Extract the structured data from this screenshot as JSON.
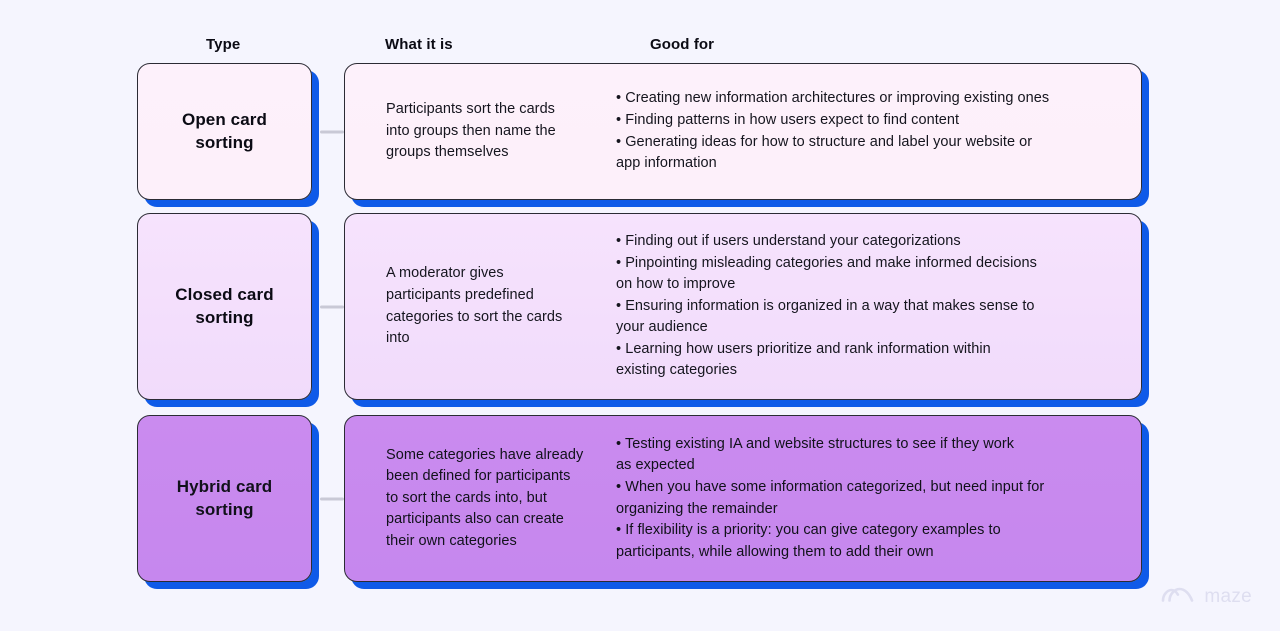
{
  "headers": {
    "type": "Type",
    "what_it_is": "What it is",
    "good_for": "Good for"
  },
  "colors": {
    "page_background": "#f5f5fe",
    "card_border": "#2b2b34",
    "shadow_blue": "#0f5ae8",
    "connector_gray": "#c9c9d6",
    "row1_card": "#fdf0fa",
    "row2_card": "#f2ddfc",
    "row3_card": "#c989ee",
    "watermark": "#dedef0"
  },
  "rows": [
    {
      "type": "Open card\nsorting",
      "what_it_is": "Participants sort the cards\ninto groups then name the\ngroups themselves",
      "good_for": "• Creating new information architectures or improving existing ones\n• Finding patterns in how users expect to find content\n• Generating ideas for how to structure and label your website or\napp information"
    },
    {
      "type": "Closed card\nsorting",
      "what_it_is": "A moderator gives\nparticipants predefined\ncategories to sort the cards\ninto",
      "good_for": "• Finding out if users understand your categorizations\n• Pinpointing misleading categories and make informed decisions\non how to improve\n• Ensuring information is organized in a way that makes sense to\nyour audience\n• Learning how users prioritize and rank information within\nexisting categories"
    },
    {
      "type": "Hybrid card\nsorting",
      "what_it_is": "Some categories have already\nbeen defined for participants\nto sort the cards into, but\nparticipants also can create\ntheir own categories",
      "good_for": "• Testing existing IA and website structures to see if they work\n as expected\n• When you have some information categorized, but need input for\norganizing the remainder\n• If flexibility is a priority: you can give category examples to\nparticipants, while allowing them to add their own"
    }
  ],
  "watermark": {
    "brand": "maze",
    "mark_icon": "maze-arch-logo-icon"
  }
}
